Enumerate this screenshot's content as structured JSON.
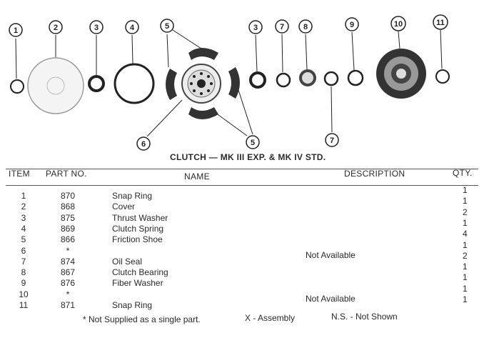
{
  "diagram": {
    "callouts_top": [
      "1",
      "2",
      "3",
      "4",
      "5",
      "3",
      "7",
      "8",
      "9",
      "10",
      "11"
    ],
    "callouts_bottom": [
      "6",
      "5",
      "7"
    ]
  },
  "title": "CLUTCH — MK III EXP. & MK IV STD.",
  "table": {
    "headers": {
      "item": "ITEM",
      "part_no": "PART NO.",
      "name": "NAME",
      "description": "DESCRIPTION",
      "qty": "QTY."
    },
    "rows": [
      {
        "item": "1",
        "part_no": "870",
        "name": "Snap Ring",
        "description": ""
      },
      {
        "item": "2",
        "part_no": "868",
        "name": "Cover",
        "description": ""
      },
      {
        "item": "3",
        "part_no": "875",
        "name": "Thrust Washer",
        "description": ""
      },
      {
        "item": "4",
        "part_no": "869",
        "name": "Clutch Spring",
        "description": ""
      },
      {
        "item": "5",
        "part_no": "866",
        "name": "Friction Shoe",
        "description": ""
      },
      {
        "item": "6",
        "part_no": "*",
        "name": "",
        "description": "Not Available"
      },
      {
        "item": "7",
        "part_no": "874",
        "name": "Oil Seal",
        "description": ""
      },
      {
        "item": "8",
        "part_no": "867",
        "name": "Clutch Bearing",
        "description": ""
      },
      {
        "item": "9",
        "part_no": "876",
        "name": "Fiber Washer",
        "description": ""
      },
      {
        "item": "10",
        "part_no": "*",
        "name": "",
        "description": "Not Available"
      },
      {
        "item": "11",
        "part_no": "871",
        "name": "Snap Ring",
        "description": ""
      }
    ],
    "qty": [
      "1",
      "1",
      "2",
      "1",
      "4",
      "1",
      "2",
      "1",
      "1",
      "1",
      "1"
    ]
  },
  "footer": {
    "note": "* Not Supplied as a single part.",
    "assembly": "X - Assembly",
    "not_shown": "N.S. - Not Shown"
  }
}
